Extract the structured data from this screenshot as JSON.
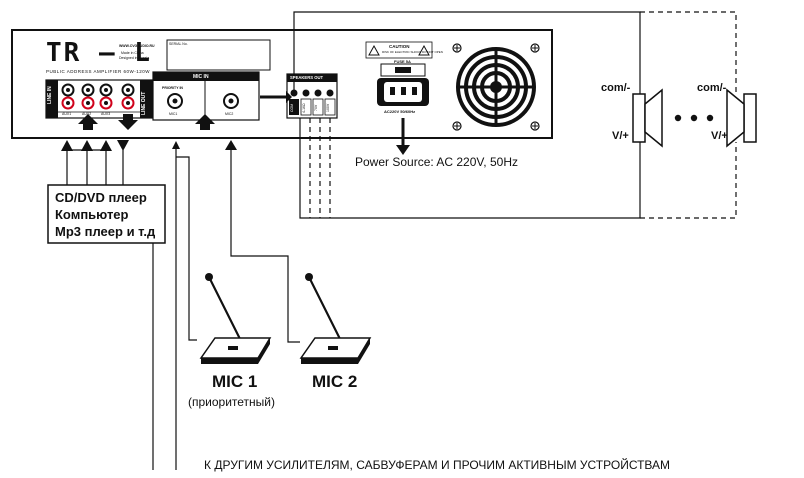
{
  "panel": {
    "brand": "TR — L",
    "brand_subtitle": "PUBLIC ADDRESS AMPLIFIER 60W-120W",
    "website": "WWW.CVGAUDIO.RU",
    "made_in": "Made in China",
    "designed_in": "Designed in Russia",
    "serial_label": "SERIAL No.",
    "line_in_label": "LINE IN",
    "line_out_label": "LINE OUT",
    "aux_labels": [
      "AUX1",
      "AUX2",
      "AUX3"
    ],
    "mic_in_label": "MIC IN",
    "priority_in_label": "PRIORITY IN",
    "mic1_jack_label": "MIC1",
    "mic2_jack_label": "MIC2",
    "speakers_out_label": "SPEAKERS OUT",
    "speaker_terminals": [
      "COM",
      "4-16Ω",
      "70V",
      "100V"
    ],
    "caution_title": "CAUTION",
    "caution_text": "RISK OF ELECTRIC SHOCK DO NOT OPEN",
    "fuse_label": "FUSE 5A",
    "power_rating": "AC220V 50/60Hz"
  },
  "labels": {
    "power_source": "Power Source: AC 220V, 50Hz",
    "sources_line1": "CD/DVD плеер",
    "sources_line2": "Компьютер",
    "sources_line3": "Mp3 плеер и т.д",
    "mic1": "MIC 1",
    "mic1_note": "(приоритетный)",
    "mic2": "MIC 2",
    "com_left": "com/-",
    "v_left": "V/+",
    "com_right": "com/-",
    "v_right": "V/+",
    "footer": "К ДРУГИМ УСИЛИТЕЛЯМ, САБВУФЕРАМ И ПРОЧИМ АКТИВНЫМ УСТРОЙСТВАМ"
  },
  "colors": {
    "line": "#111111",
    "jack_red": "#d0021b",
    "background": "#ffffff"
  }
}
